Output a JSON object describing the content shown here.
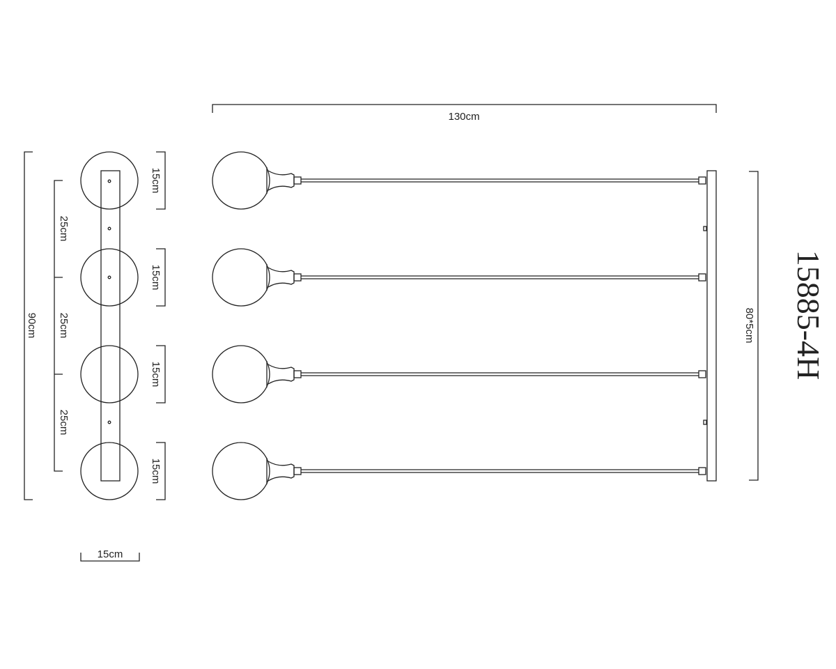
{
  "title": "15885-4H",
  "dimensions": {
    "total_length": "130cm",
    "canopy_length": "80*5cm",
    "total_height": "90cm",
    "spacing": [
      "25cm",
      "25cm",
      "25cm"
    ],
    "globe_diameter": [
      "15cm",
      "15cm",
      "15cm",
      "15cm"
    ],
    "width": "15cm"
  },
  "line_color": "#222222"
}
